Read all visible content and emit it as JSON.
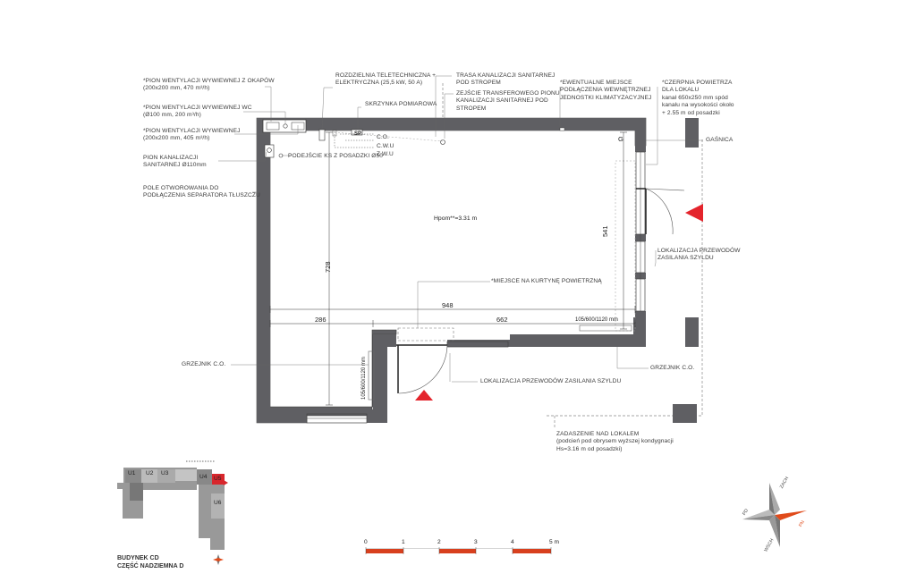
{
  "labels": {
    "vent_hood": [
      "*PION WENTYLACJI WYWIEWNEJ Z OKAPÓW",
      "(200x200 mm, 470 m³/h)"
    ],
    "vent_wc": [
      "*PION WENTYLACJI WYWIEWNEJ WC",
      "(Ø100 mm, 200 m³/h)"
    ],
    "vent_3": [
      "*PION WENTYLACJI WYWIEWNEJ",
      "(200x200 mm, 405 m³/h)"
    ],
    "sewer_pipe": [
      "PION KANALIZACJI",
      "SANITARNEJ Ø110mm"
    ],
    "separator": [
      "POLE OTWOROWANIA DO",
      "PODŁĄCZENIA SEPARATORA TŁUSZCZU"
    ],
    "telecom": [
      "ROZDZIELNIA TELETECHNICZNA +",
      "ELEKTRYCZNA (25,5 kW, 50 A)"
    ],
    "meter_box": [
      "SKRZYNKA POMIAROWA"
    ],
    "sewer_route": [
      "TRASA KANALIZACJI SANITARNEJ",
      "POD STROPEM"
    ],
    "transfer": [
      "ZEJŚCIE TRANSFEROWEGO PIONU",
      "KANALIZACJI SANITARNEJ POD",
      "STROPEM"
    ],
    "ac_unit": [
      "*EWENTUALNE MIEJSCE",
      "PODŁĄCZENIA WEWNĘTRZNEJ",
      "JEDNOSTKI KLIMATYZACYJNEJ"
    ],
    "air_intake": [
      "*CZERPNIA POWIETRZA",
      "DLA LOKALU",
      "kanał 650x250 mm spód",
      "kanału na wysokości około",
      "+ 2.55 m od posadzki"
    ],
    "extinguisher": [
      "GAŚNICA"
    ],
    "floor_drain": [
      "PODEJŚCIE KS Z POSADZKI Ø50"
    ],
    "co": [
      "C.O."
    ],
    "cwu": [
      "C.W.U"
    ],
    "zwu": [
      "Z.W.U"
    ],
    "sign_wire_right": [
      "LOKALIZACJA PRZEWODÓW",
      "ZASILANIA SZYLDU"
    ],
    "air_curtain": [
      "*MIEJSCE NA KURTYNĘ POWIETRZNĄ"
    ],
    "radiator_left": [
      "GRZEJNIK C.O."
    ],
    "radiator_right": [
      "GRZEJNIK C.O."
    ],
    "sign_wire_bottom": [
      "LOKALIZACJA PRZEWODÓW ZASILANIA SZYLDU"
    ],
    "canopy": [
      "ZADASZENIE NAD LOKALEM",
      "(podcień pod obrysem wyższej kondygnacji",
      "Hs=3.16 m od posadzki)"
    ]
  },
  "dims": {
    "height": "Hpom**=3.31 m",
    "d728": "728",
    "d541": "541",
    "d948": "948",
    "d286": "286",
    "d662": "662",
    "rad_right": "105/600/1120 mm",
    "rad_left": "105/600/1120 mm",
    "sp": "SP",
    "g": "G"
  },
  "key_plan": {
    "units": [
      "U1",
      "U2",
      "U3",
      "U4",
      "U5",
      "U6"
    ],
    "caption": [
      "BUDYNEK CD",
      "CZĘŚĆ NADZIEMNA D"
    ],
    "highlight_color": "#d8262c"
  },
  "scale_bar": {
    "ticks": [
      "0",
      "1",
      "2",
      "3",
      "4",
      "5 m"
    ],
    "color": "#d8401e"
  },
  "compass": {
    "labels": [
      "ZACH",
      "PN",
      "WSCH",
      "PD"
    ],
    "color": "#e04a1a"
  },
  "colors": {
    "wall": "#5f5f63",
    "wall_outline": "#3a3a3a",
    "door_arrow": "#e4242c"
  }
}
